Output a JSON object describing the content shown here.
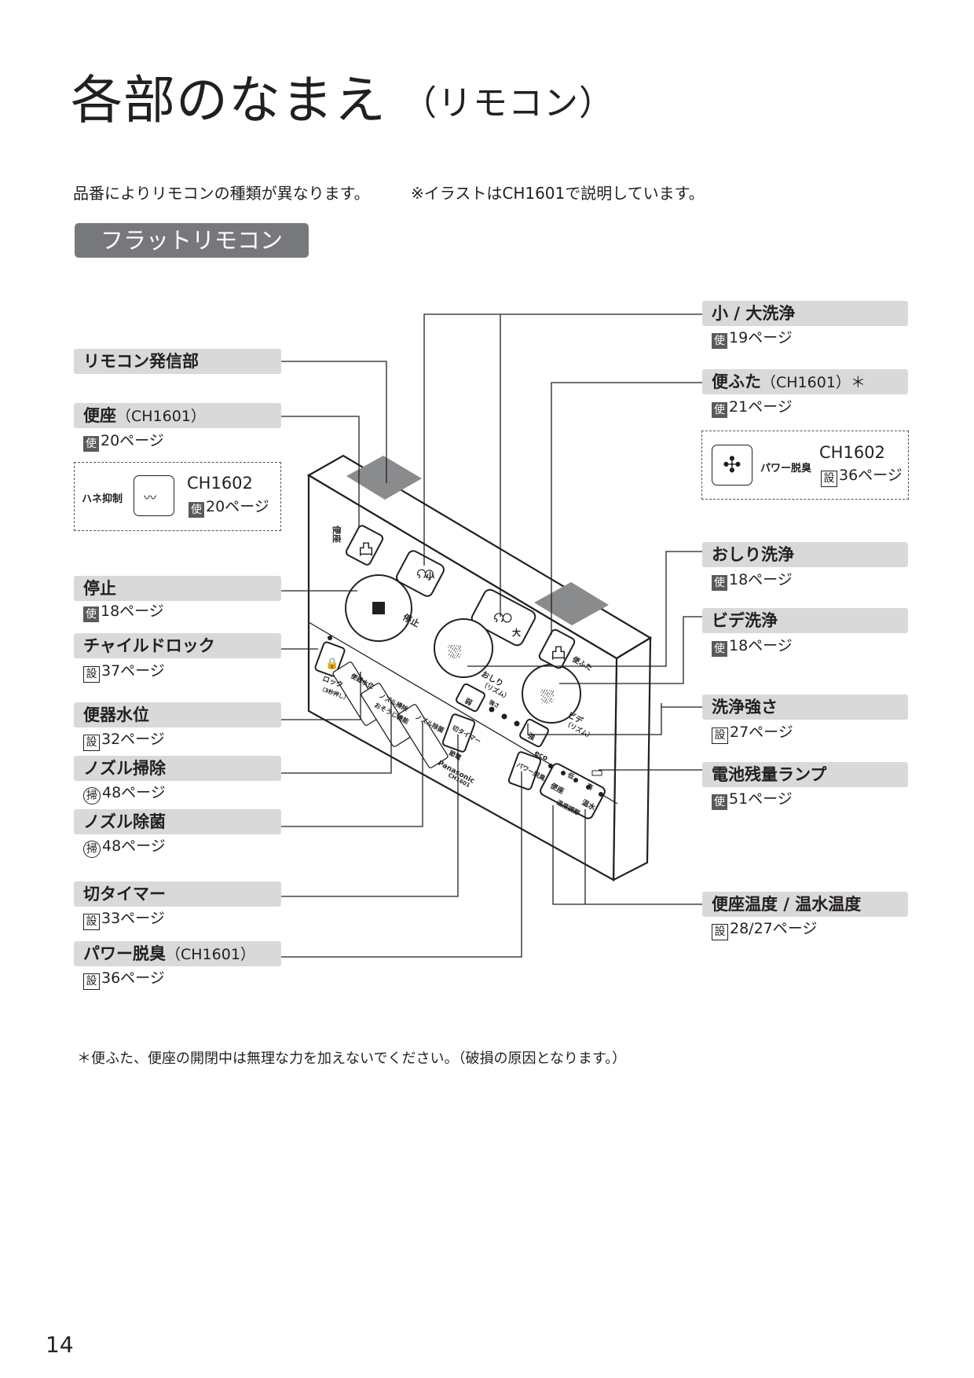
{
  "page": {
    "title": "各部のなまえ",
    "subtitle": "（リモコン）",
    "intro_left": "品番によりリモコンの種類が異なります。",
    "intro_right": "※イラストはCH1601で説明しています。",
    "section": "フラットリモコン",
    "footnote": "＊便ふた、便座の開閉中は無理な力を加えないでください。（破損の原因となります。）",
    "page_number": "14"
  },
  "labels_left": [
    {
      "name": "リモコン発信部",
      "note": "",
      "ref_icon": "",
      "ref": ""
    },
    {
      "name": "便座",
      "note": "（CH1601）",
      "ref_icon": "使",
      "ref": "20ページ"
    },
    {
      "name": "停止",
      "note": "",
      "ref_icon": "使",
      "ref": "18ページ"
    },
    {
      "name": "チャイルドロック",
      "note": "",
      "ref_icon": "設",
      "ref": "37ページ"
    },
    {
      "name": "便器水位",
      "note": "",
      "ref_icon": "設",
      "ref": "32ページ"
    },
    {
      "name": "ノズル掃除",
      "note": "",
      "ref_icon": "掃",
      "ref": "48ページ"
    },
    {
      "name": "ノズル除菌",
      "note": "",
      "ref_icon": "掃",
      "ref": "48ページ"
    },
    {
      "name": "切タイマー",
      "note": "",
      "ref_icon": "設",
      "ref": "33ページ"
    },
    {
      "name": "パワー脱臭",
      "note": "（CH1601）",
      "ref_icon": "設",
      "ref": "36ページ"
    }
  ],
  "labels_right": [
    {
      "name": "小 / 大洗浄",
      "note": "",
      "ref_icon": "使",
      "ref": "19ページ"
    },
    {
      "name": "便ふた",
      "note": "（CH1601）＊",
      "ref_icon": "使",
      "ref": "21ページ"
    },
    {
      "name": "おしり洗浄",
      "note": "",
      "ref_icon": "使",
      "ref": "18ページ"
    },
    {
      "name": "ビデ洗浄",
      "note": "",
      "ref_icon": "使",
      "ref": "18ページ"
    },
    {
      "name": "洗浄強さ",
      "note": "",
      "ref_icon": "設",
      "ref": "27ページ"
    },
    {
      "name": "電池残量ランプ",
      "note": "",
      "ref_icon": "使",
      "ref": "51ページ"
    },
    {
      "name": "便座温度 / 温水温度",
      "note": "",
      "ref_icon": "設",
      "ref": "28/27ページ"
    }
  ],
  "variant_left": {
    "label": "ハネ抑制",
    "model": "CH1602",
    "ref_icon": "使",
    "ref": "20ページ"
  },
  "variant_right": {
    "label": "パワー脱臭",
    "model": "CH1602",
    "ref_icon": "設",
    "ref": "36ページ"
  },
  "remote": {
    "benza": "便座",
    "sho": "小",
    "dai": "大",
    "teishi": "停止",
    "oshiri": "おしり",
    "rhythm": "（リズム）",
    "bide": "ビデ",
    "bidet_rhythm": "（リズム）",
    "benfuta": "便ふた",
    "lock": "ロック",
    "lock_sub": "（3秒押し）",
    "suii": "便器水位",
    "nozzle_clean": "ノズル掃除",
    "omote": "おそうじ機能",
    "nozzle_germ": "ノズル除菌",
    "jaku": "弱",
    "kyo": "強",
    "tsuyosa": "強さ",
    "timer": "切タイマー",
    "setsuden": "節電",
    "brand": "Panasonic",
    "model": "CH1601",
    "power": "パワー脱臭",
    "eco": "eco",
    "tei": "低",
    "kou": "高",
    "benza2": "便座",
    "onsui": "温水",
    "ondo": "温度調節"
  }
}
